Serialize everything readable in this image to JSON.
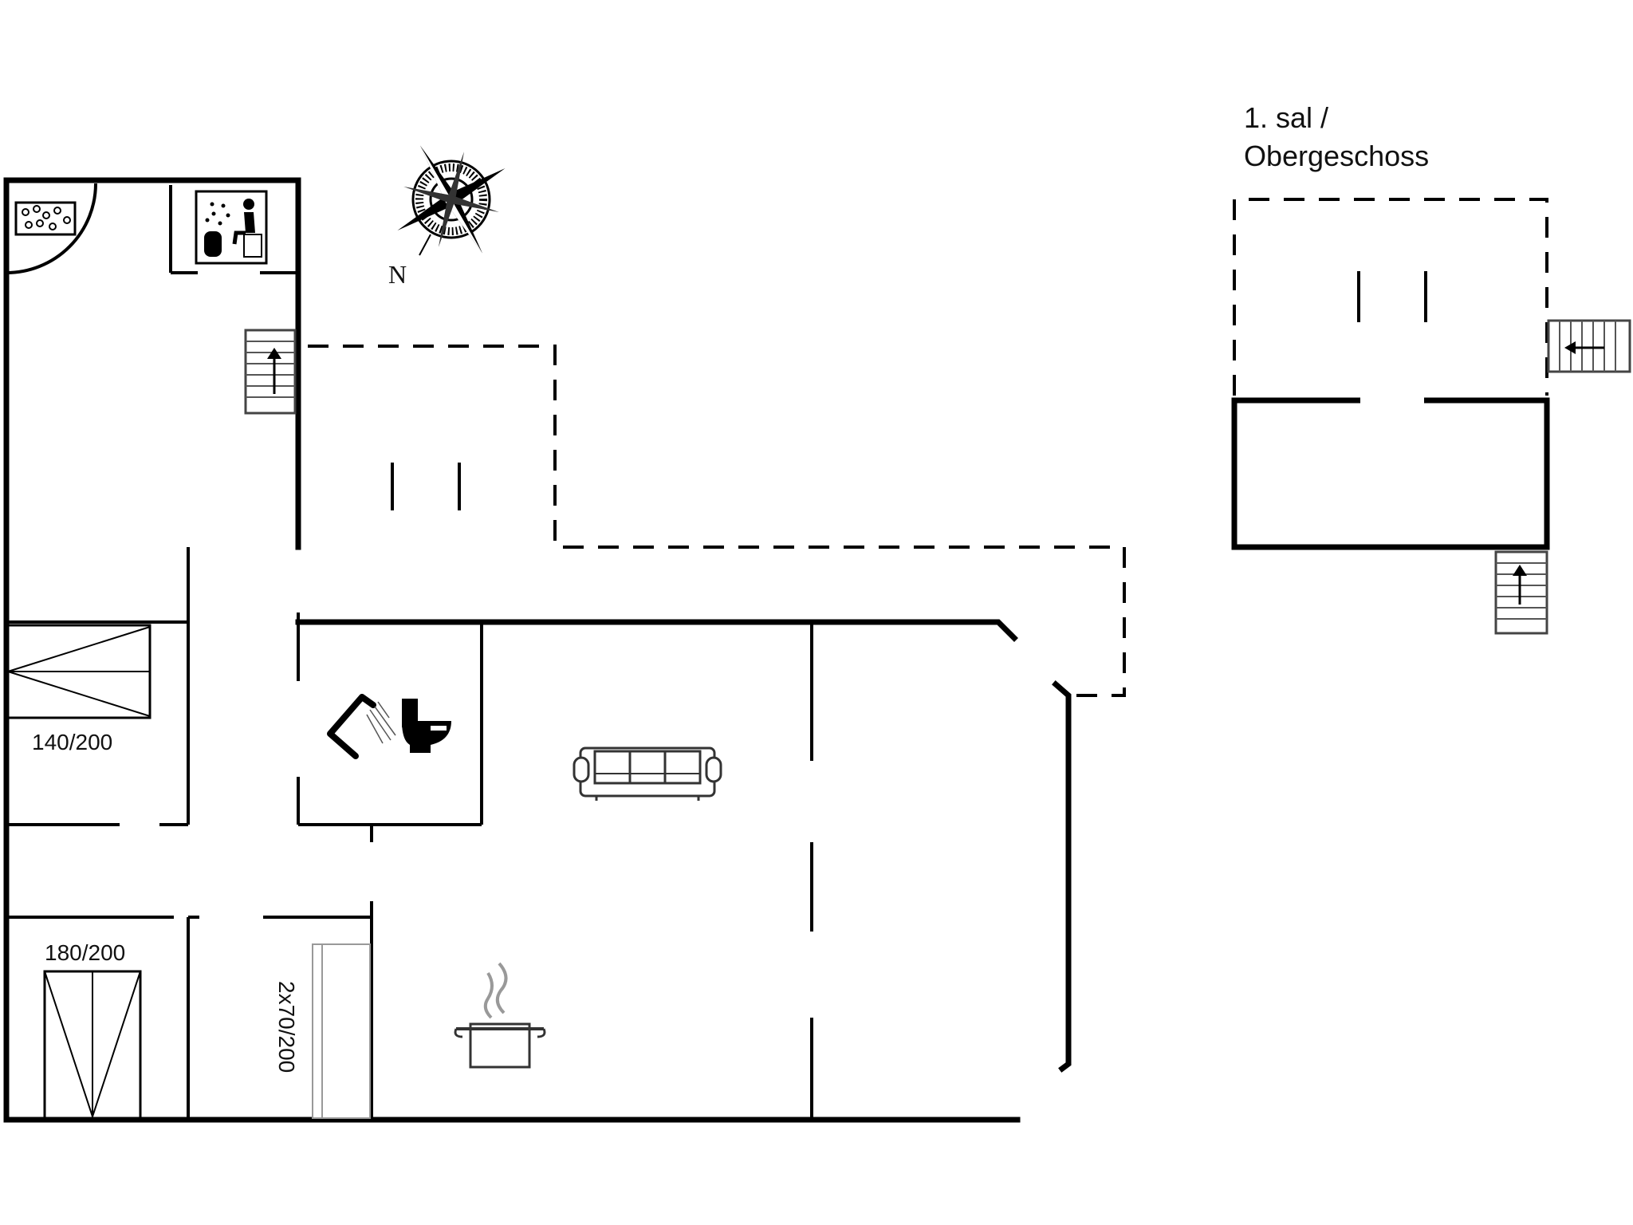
{
  "floor_label": {
    "line1": "1. sal /",
    "line2": "Obergeschoss"
  },
  "compass": {
    "north_label": "N"
  },
  "rooms": {
    "bedroom1_bed": "140/200",
    "bedroom2_bed": "180/200",
    "bedroom3_bed": "2x70/200"
  },
  "icons": [
    "whirlpool-icon",
    "sauna-icon",
    "shower-icon",
    "toilet-icon",
    "sofa-icon",
    "cooking-pot-icon",
    "compass-icon",
    "stairs-icon"
  ]
}
